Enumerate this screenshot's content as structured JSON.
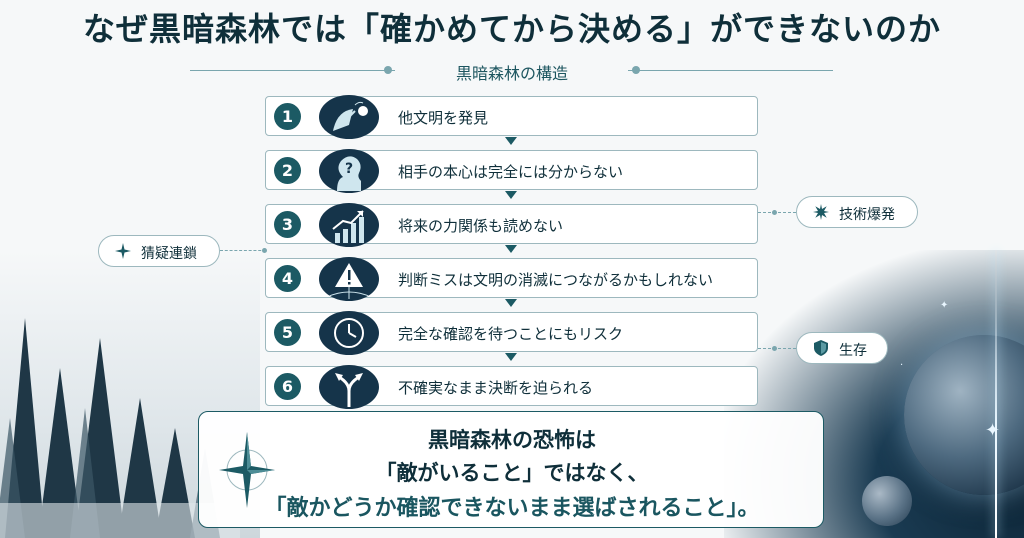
{
  "title": "なぜ黒暗森林では「確かめてから決める」ができないのか",
  "subtitle": "黒暗森林の構造",
  "steps": [
    {
      "num": "1",
      "text": "他文明を発見",
      "icon": "satellite-dish-icon"
    },
    {
      "num": "2",
      "text": "相手の本心は完全には分からない",
      "icon": "question-head-icon"
    },
    {
      "num": "3",
      "text": "将来の力関係も読めない",
      "icon": "growth-chart-icon"
    },
    {
      "num": "4",
      "text": "判断ミスは文明の消滅につながるかもしれない",
      "icon": "warning-icon"
    },
    {
      "num": "5",
      "text": "完全な確認を待つことにもリスク",
      "icon": "clock-icon"
    },
    {
      "num": "6",
      "text": "不確実なまま決断を迫られる",
      "icon": "fork-arrow-icon"
    }
  ],
  "side": {
    "left": {
      "label": "猜疑連鎖",
      "icon": "sparkle-icon"
    },
    "right_top": {
      "label": "技術爆発",
      "icon": "burst-icon"
    },
    "right_bottom": {
      "label": "生存",
      "icon": "shield-icon"
    }
  },
  "conclusion": {
    "line1": "黒暗森林の恐怖は",
    "line2": "「敵がいること」ではなく、",
    "line3": "「敵かどうか確認できないまま選ばされること」。",
    "icon": "compass-star-icon"
  },
  "colors": {
    "accent": "#1c5a64",
    "ink": "#0f2f3a",
    "line": "#9db8be"
  }
}
